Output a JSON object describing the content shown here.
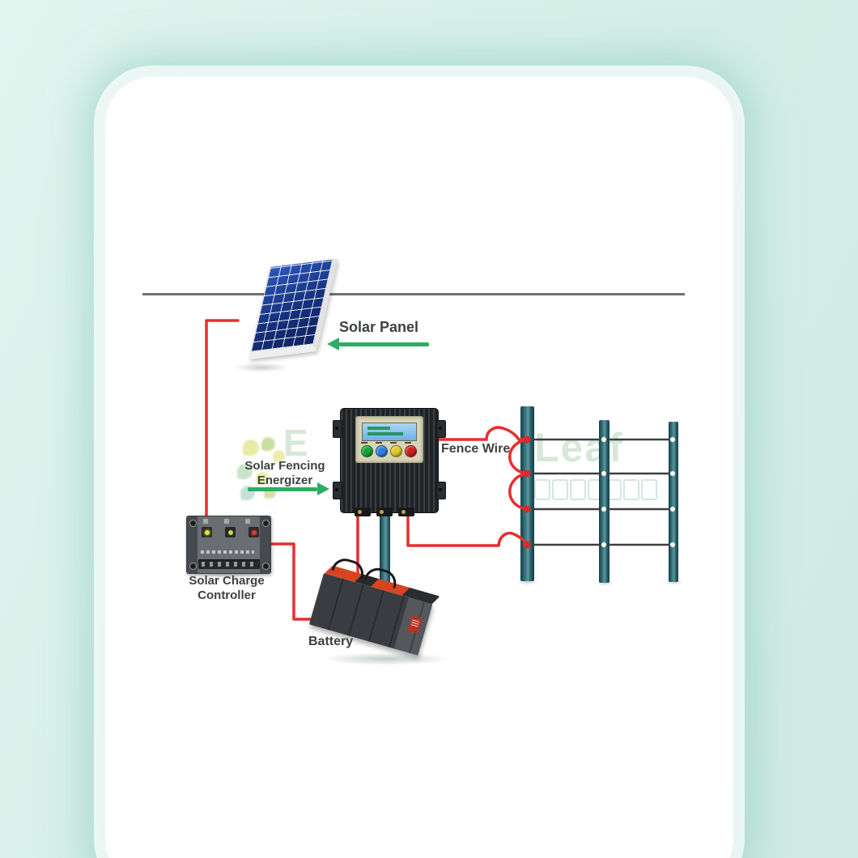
{
  "page": {
    "background_color": "#d7f0e9",
    "card_color": "#ffffff"
  },
  "diagram": {
    "labels": {
      "solar_panel": "Solar Panel",
      "energizer_line1": "Solar Fencing",
      "energizer_line2": "Energizer",
      "fence_wire": "Fence Wire",
      "controller_line1": "Solar Charge",
      "controller_line2": "Controller",
      "battery": "Battery"
    },
    "watermark": {
      "fragment_left": "E",
      "fragment_right": "Leaf"
    },
    "colors": {
      "wire_red": "#e62e2e",
      "arrow_green": "#2aae65",
      "label_text": "#3d423f",
      "ground_line": "#707070",
      "fence_post_teal": "#3f7d86",
      "fence_wire_gray": "#3e3e3e",
      "panel_blue": "#16317e"
    },
    "fence": {
      "post_count": 3,
      "wire_count": 4,
      "insulator_color": "#ffffff",
      "connection_dot_color": "#e02828"
    },
    "energizer_buttons": [
      "green",
      "blue",
      "yellow",
      "red"
    ],
    "controller_leds": [
      "yellow",
      "yellow-green",
      "red"
    ]
  }
}
